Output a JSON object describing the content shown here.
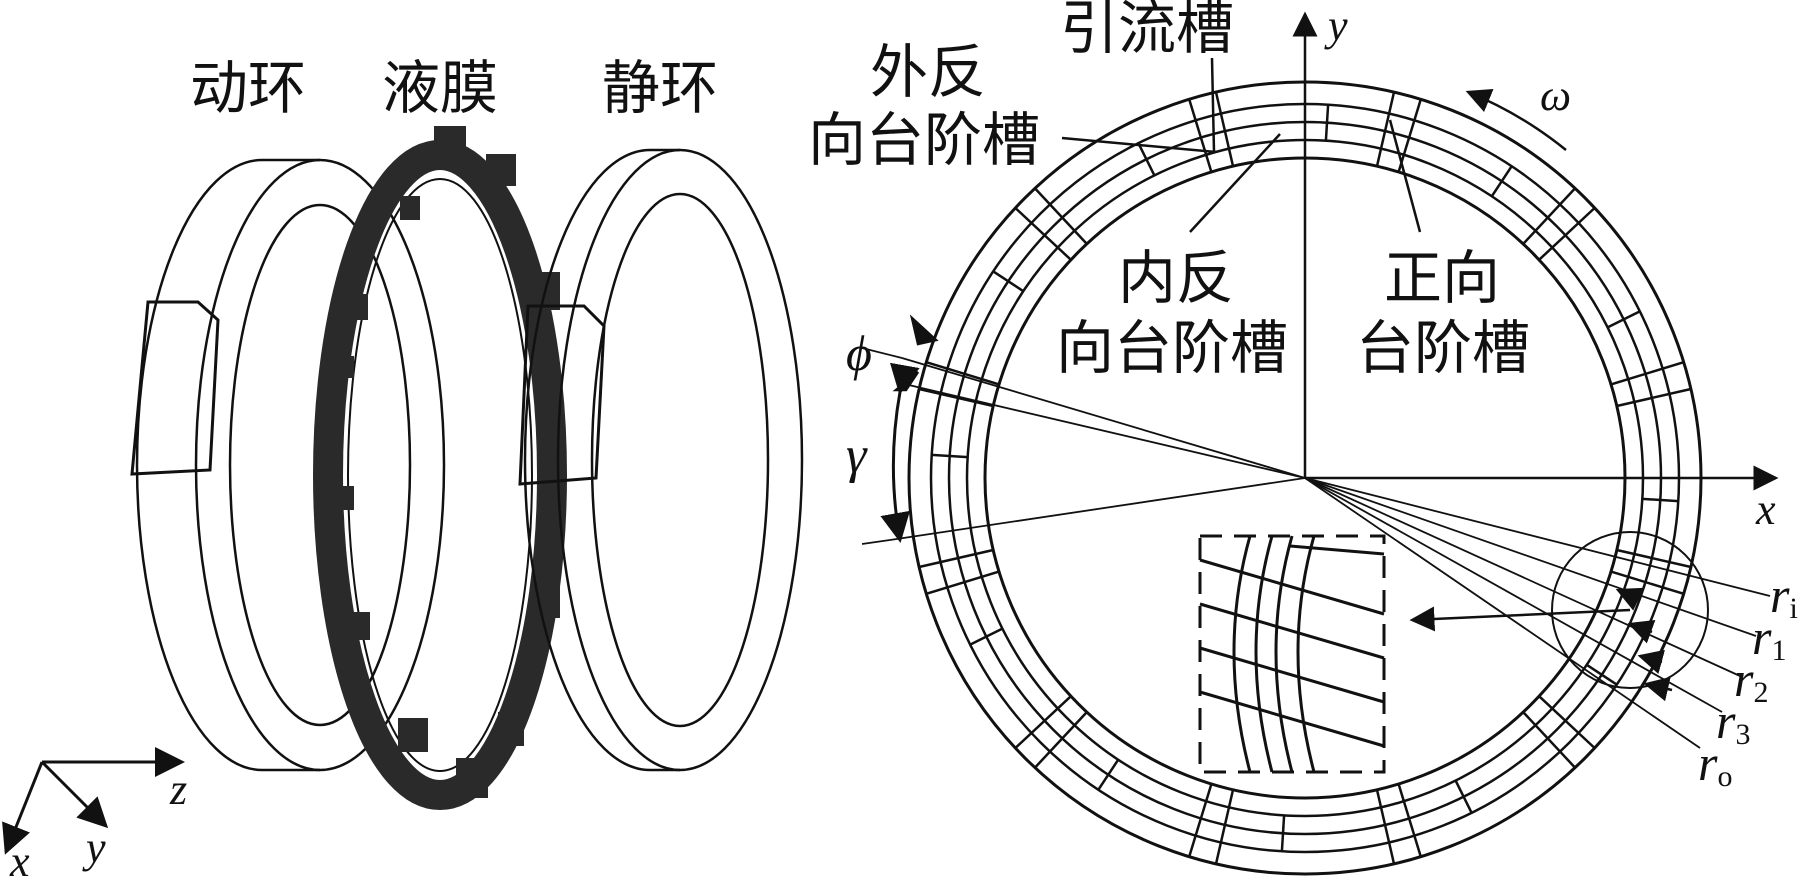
{
  "left_panel": {
    "labels": {
      "moving_ring": "动环",
      "film": "液膜",
      "static_ring": "静环"
    },
    "axes": {
      "z": "z",
      "x": "x",
      "y": "y"
    }
  },
  "right_panel": {
    "labels": {
      "diversion_groove": "引流槽",
      "outer_reverse_1": "外反",
      "outer_reverse_2": "向台阶槽",
      "inner_reverse_1": "内反",
      "inner_reverse_2": "向台阶槽",
      "forward_1": "正向",
      "forward_2": "台阶槽"
    },
    "axes": {
      "x": "x",
      "y": "y"
    },
    "symbols": {
      "omega": "ω",
      "phi": "ϕ",
      "gamma": "γ"
    },
    "radii": [
      {
        "r": "r",
        "sub": "i"
      },
      {
        "r": "r",
        "sub": "1"
      },
      {
        "r": "r",
        "sub": "2"
      },
      {
        "r": "r",
        "sub": "3"
      },
      {
        "r": "r",
        "sub": "o"
      }
    ]
  },
  "colors": {
    "ink": "#111111",
    "film": "#2a2a2a",
    "background": "#ffffff"
  }
}
